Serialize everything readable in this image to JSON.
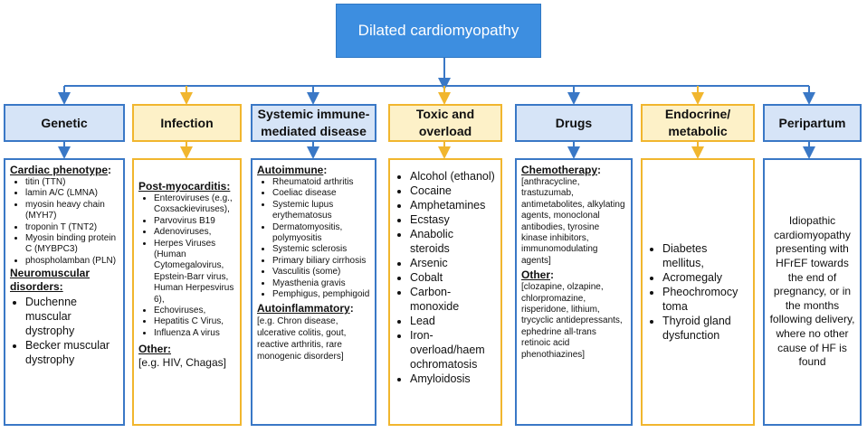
{
  "title": "Dilated cardiomyopathy",
  "categories": [
    {
      "heading": [
        "Genetic"
      ]
    },
    {
      "heading": [
        "Infection"
      ]
    },
    {
      "heading": [
        "Systemic immune-",
        "mediated disease"
      ]
    },
    {
      "heading": [
        "Toxic and",
        "overload"
      ]
    },
    {
      "heading": [
        "Drugs"
      ]
    },
    {
      "heading": [
        "Endocrine/",
        "metabolic"
      ]
    },
    {
      "heading": [
        "Peripartum"
      ]
    }
  ],
  "genetic": {
    "sec1": "Cardiac phenotype",
    "sec1_suffix": ":",
    "genes": [
      "titin (TTN)",
      "lamin A/C (LMNA)",
      "myosin heavy chain (MYH7)",
      "troponin T (TNT2)",
      "Myosin binding protein C (MYBPC3)",
      "phospholamban (PLN)"
    ],
    "sec2": "Neuromuscular disorders:",
    "disorders": [
      "Duchenne muscular dystrophy",
      "Becker muscular dystrophy"
    ]
  },
  "infection": {
    "sec1": "Post-myocarditis:",
    "items": [
      "Enteroviruses (e.g., Coxsackieviruses),",
      "Parvovirus B19",
      "Adenoviruses,",
      "Herpes Viruses (Human Cytomegalovirus, Epstein-Barr virus, Human Herpesvirus 6),",
      "Echoviruses,",
      "Hepatitis C Virus,",
      "Influenza A virus"
    ],
    "sec2": "Other:",
    "other": "[e.g. HIV, Chagas]"
  },
  "immune": {
    "sec1": "Autoimmune",
    "sec1_suffix": ":",
    "items": [
      "Rheumatoid arthritis",
      "Coeliac disease",
      "Systemic lupus erythematosus",
      "Dermatomyositis, polymyositis",
      "Systemic sclerosis",
      "Primary biliary cirrhosis",
      "Vasculitis (some)",
      "Myasthenia gravis",
      "Pemphigus, pemphigoid"
    ],
    "sec2": "Autoinflammatory",
    "sec2_suffix": ":",
    "text": "[e.g. Chron disease, ulcerative colitis, gout, reactive arthritis, rare monogenic disorders]"
  },
  "toxic": {
    "items": [
      "Alcohol (ethanol)",
      "Cocaine",
      "Amphetamines",
      "Ecstasy",
      "Anabolic steroids",
      "Arsenic",
      "Cobalt",
      "Carbon-monoxide",
      "Lead",
      "Iron-overload/haem ochromatosis",
      "Amyloidosis"
    ]
  },
  "drugs": {
    "sec1": "Chemotherapy",
    "sec1_suffix": ":",
    "chemo": "[anthracycline, trastuzumab, antimetabolites, alkylating agents, monoclonal antibodies, tyrosine kinase inhibitors, immunomodulating agents]",
    "sec2": "Other",
    "sec2_suffix": ":",
    "other": "[clozapine, olzapine, chlorpromazine, risperidone, lithium, trycyclic antidepressants, ephedrine all-trans retinoic acid phenothiazines]"
  },
  "endocrine": {
    "items": [
      "Diabetes mellitus,",
      "Acromegaly",
      "Pheochromocy toma",
      "Thyroid gland dysfunction"
    ]
  },
  "peripartum": {
    "text": "Idiopathic cardiomyopathy presenting with HFrEF towards the end of pregnancy, or in the months following delivery, where no other cause of HF is found"
  },
  "colors": {
    "blue": "#3a78c6",
    "yellow": "#f1b62e",
    "title_fill": "#3d8ee0"
  }
}
